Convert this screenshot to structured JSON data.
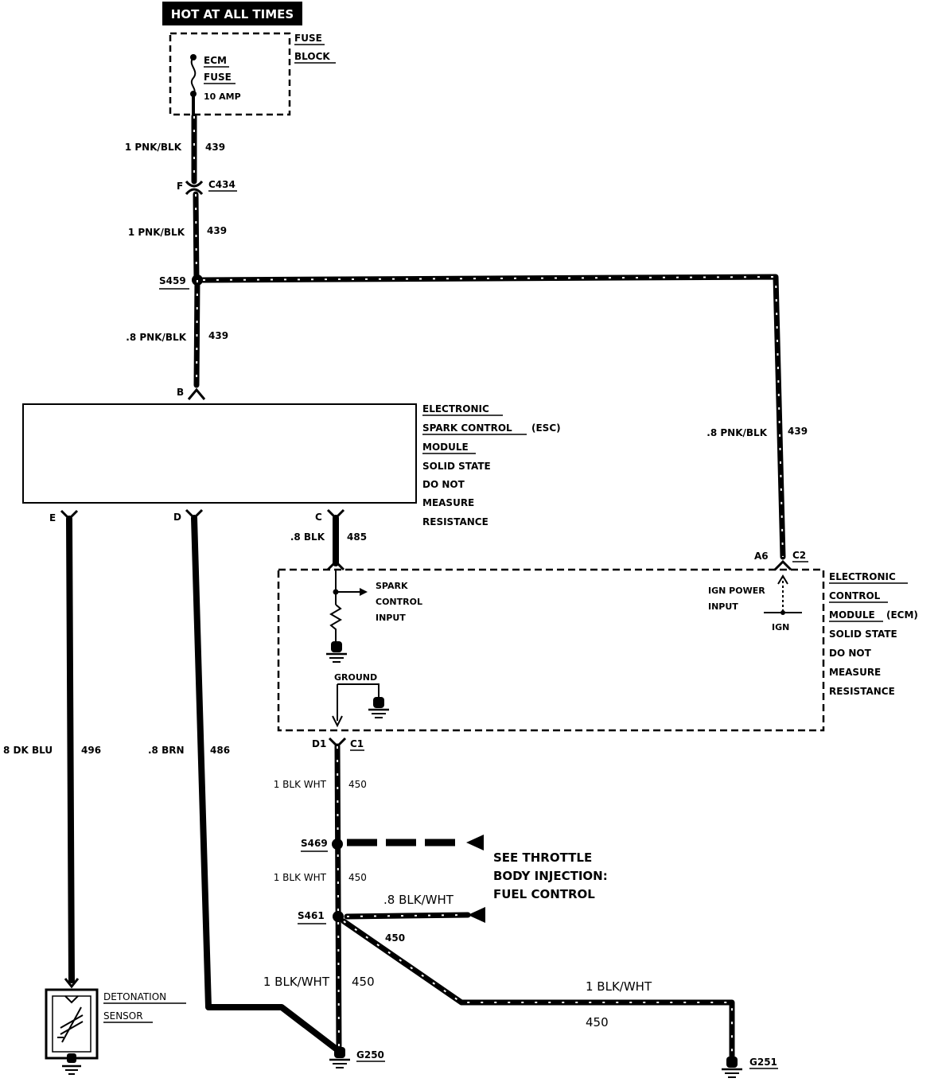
{
  "header": {
    "power_label": "HOT AT ALL TIMES"
  },
  "fuse_block": {
    "label_line1": "FUSE",
    "label_line2": "BLOCK",
    "fuse_line1": "ECM",
    "fuse_line2": "FUSE",
    "rating": "10 AMP"
  },
  "wires": {
    "w1_gauge": "1 PNK/BLK",
    "w1_circuit": "439",
    "connector_c434_pin": "F",
    "connector_c434": "C434",
    "w2_gauge": "1 PNK/BLK",
    "w2_circuit": "439",
    "splice_s459": "S459",
    "w3_gauge": ".8 PNK/BLK",
    "w3_circuit": "439",
    "w4_gauge": ".8 PNK/BLK",
    "w4_circuit": "439",
    "w5_gauge": ".8 BLK",
    "w5_circuit": "485",
    "w6_gauge": "8 DK BLU",
    "w6_circuit": "496",
    "w7_gauge": ".8 BRN",
    "w7_circuit": "486",
    "w8_gauge": "1 BLK WHT",
    "w8_circuit": "450",
    "splice_s469": "S469",
    "w9_gauge": "1 BLK WHT",
    "w9_circuit": "450",
    "splice_s461": "S461",
    "w10_gauge": ".8 BLK/WHT",
    "w11_circuit": "450",
    "w12_gauge": "1 BLK/WHT",
    "w12_circuit": "450",
    "w13_gauge": "1 BLK/WHT",
    "w13_circuit": "450"
  },
  "esc_module": {
    "pin_b": "B",
    "pin_e": "E",
    "pin_d": "D",
    "pin_c": "C",
    "title_line1": "ELECTRONIC",
    "title_line2": "SPARK CONTROL",
    "title_suffix": "(ESC)",
    "title_line3": "MODULE",
    "note_line1": "SOLID STATE",
    "note_line2": "DO NOT",
    "note_line3": "MEASURE",
    "note_line4": "RESISTANCE"
  },
  "ecm_module": {
    "pin_a6": "A6",
    "pin_c2": "C2",
    "pin_d1": "D1",
    "pin_c1": "C1",
    "spark_input_line1": "SPARK",
    "spark_input_line2": "CONTROL",
    "spark_input_line3": "INPUT",
    "ground_label": "GROUND",
    "ign_power_line1": "IGN POWER",
    "ign_power_line2": "INPUT",
    "ign_label": "IGN",
    "title_line1": "ELECTRONIC",
    "title_line2": "CONTROL",
    "title_line3": "MODULE",
    "title_suffix": "(ECM)",
    "note_line1": "SOLID STATE",
    "note_line2": "DO NOT",
    "note_line3": "MEASURE",
    "note_line4": "RESISTANCE"
  },
  "references": {
    "tbi_line1": "SEE THROTTLE",
    "tbi_line2": "BODY INJECTION:",
    "tbi_line3": "FUEL CONTROL"
  },
  "sensor": {
    "label_line1": "DETONATION",
    "label_line2": "SENSOR"
  },
  "grounds": {
    "g250": "G250",
    "g251": "G251"
  }
}
